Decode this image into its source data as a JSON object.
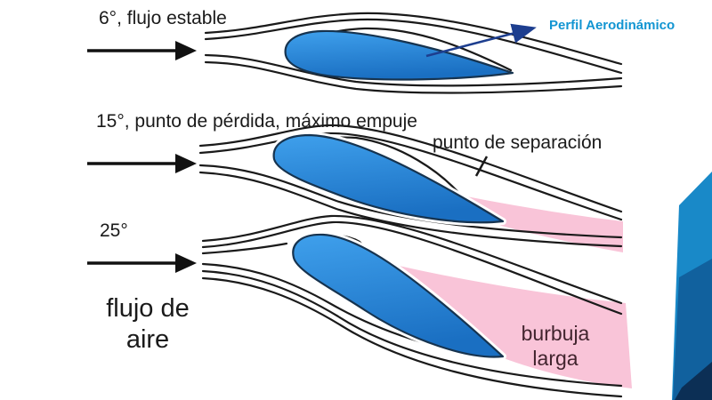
{
  "slide": {
    "background": "#ffffff",
    "labels": {
      "airflow_source_line1": "flujo de",
      "airflow_source_line2": "aire",
      "airfoil_callout": "Perfil Aerodinámico"
    },
    "diagrams": [
      {
        "angle": "6°",
        "caption": "6°, flujo estable"
      },
      {
        "angle": "15°",
        "caption": "15°, punto de pérdida, máximo empuje",
        "separation_label": "punto de separación"
      },
      {
        "angle": "25°",
        "caption": "25°",
        "bubble_label_line1": "burbuja",
        "bubble_label_line2": "larga"
      }
    ],
    "colors": {
      "airfoil_fill_light": "#3fa0ec",
      "airfoil_fill_dark": "#1a6fc2",
      "airfoil_stroke": "#16334f",
      "streamline": "#1a1a1a",
      "separation_pink": "#f9c4d8",
      "callout_blue": "#1295d2",
      "callout_arrow_navy": "#1d3e8f",
      "flow_arrow_black": "#111111",
      "bubble_text": "#42242e",
      "deco_light_blue": "#1989c8",
      "deco_mid_blue": "#11619e",
      "deco_dark_blue": "#0c2f55"
    }
  }
}
